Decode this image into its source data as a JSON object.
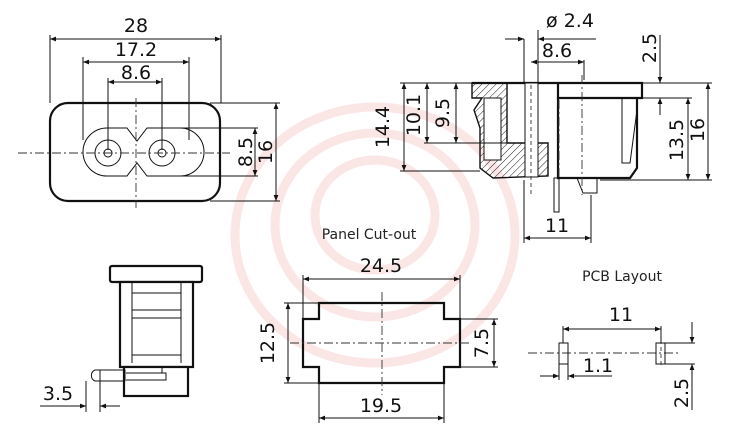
{
  "colors": {
    "line": "#111111",
    "watermark": "#e04040",
    "background": "#ffffff"
  },
  "views": {
    "front": {
      "dims": {
        "overall_width": "28",
        "slot_span": "17.2",
        "pin_pitch": "8.6",
        "slot_height": "8.5",
        "overall_height": "16"
      }
    },
    "side_section": {
      "dims": {
        "pin_diameter": "ø 2.4",
        "pin_pitch": "8.6",
        "flange": "2.5",
        "depth_total": "14.4",
        "depth_a": "10.1",
        "depth_b": "9.5",
        "body_height": "13.5",
        "overall_height": "16",
        "pin_spacing": "11"
      }
    },
    "bottom_side": {
      "dims": {
        "pin_offset": "3.5"
      }
    },
    "panel_cutout": {
      "title": "Panel Cut-out",
      "dims": {
        "width": "24.5",
        "height": "12.5",
        "tab_height": "7.5",
        "narrow_width": "19.5"
      }
    },
    "pcb_layout": {
      "title": "PCB Layout",
      "dims": {
        "pad_spacing": "11",
        "pad_width": "1.1",
        "pad_length": "2.5"
      }
    }
  }
}
